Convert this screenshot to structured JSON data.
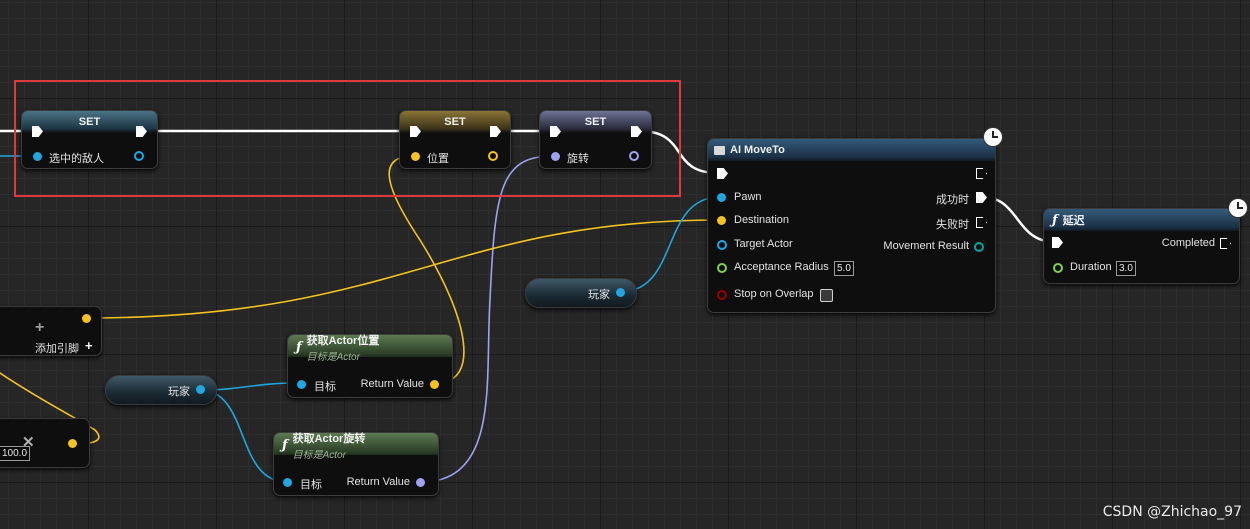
{
  "set_nodes": [
    {
      "title": "SET",
      "pin_label": "选中的敌人"
    },
    {
      "title": "SET",
      "pin_label": "位置"
    },
    {
      "title": "SET",
      "pin_label": "旋转"
    }
  ],
  "ai_moveto": {
    "title": "AI MoveTo",
    "inputs": [
      "Pawn",
      "Destination",
      "Target Actor",
      "Acceptance Radius",
      "Stop on Overlap"
    ],
    "acceptance_radius_value": "5.0",
    "outputs": [
      "成功时",
      "失败时",
      "Movement Result"
    ]
  },
  "delay": {
    "title": "延迟",
    "output": "Completed",
    "duration_label": "Duration",
    "duration_value": "3.0"
  },
  "get_actor_location": {
    "title": "获取Actor位置",
    "subtitle": "目标是Actor",
    "target_label": "目标",
    "return_label": "Return Value"
  },
  "get_actor_rotation": {
    "title": "获取Actor旋转",
    "subtitle": "目标是Actor",
    "target_label": "目标",
    "return_label": "Return Value"
  },
  "player_vars": [
    "玩家",
    "玩家"
  ],
  "add_pin_label": "添加引脚",
  "partial_value": "100.0",
  "watermark": "CSDN @Zhichao_97",
  "colors": {
    "exec": "#ffffff",
    "object_pin": "#1ea7e1",
    "vector_pin": "#f3c320",
    "rotator_pin": "#9da3f0",
    "float_pin": "#7ed04a",
    "bool_pin": "#9b0000",
    "struct_pin": "#00a59a",
    "selection": "#e0393b"
  }
}
